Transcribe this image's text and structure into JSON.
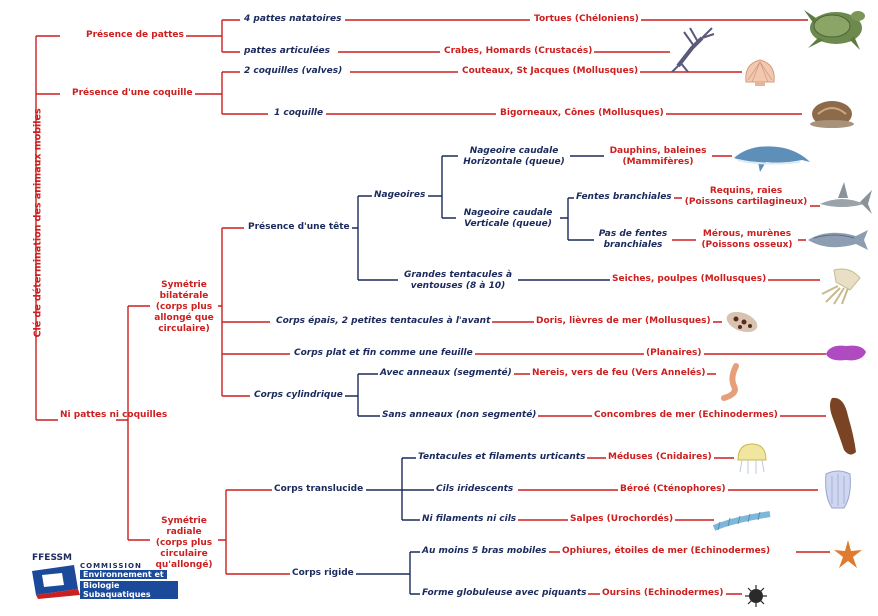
{
  "title": "Clé de détermination des animaux mobiles",
  "colors": {
    "red": "#cc1f1f",
    "navy": "#1b2a5c"
  },
  "l1": {
    "pattes": "Présence de pattes",
    "coquille": "Présence d'une coquille",
    "ni": "Ni pattes ni coquilles"
  },
  "pattes": {
    "natatoires": "4 pattes natatoires",
    "tortues": "Tortues (Chéloniens)",
    "articulees": "pattes articulées",
    "crabes": "Crabes, Homards (Crustacés)"
  },
  "coquille": {
    "deux": "2 coquilles (valves)",
    "couteaux": "Couteaux, St Jacques (Mollusques)",
    "une": "1 coquille",
    "bigorneaux": "Bigorneaux, Cônes (Mollusques)"
  },
  "symetrie": {
    "bilaterale": [
      "Symétrie",
      "bilatérale",
      "(corps plus",
      "allongé que",
      "circulaire)"
    ],
    "radiale": [
      "Symétrie",
      "radiale",
      "(corps plus",
      "circulaire",
      "qu'allongé)"
    ]
  },
  "tete": {
    "presence": "Présence d'une tête",
    "nageoires": "Nageoires",
    "caudale_h": [
      "Nageoire caudale",
      "Horizontale (queue)"
    ],
    "dauphins": [
      "Dauphins, baleines",
      "(Mammifères)"
    ],
    "caudale_v": [
      "Nageoire caudale",
      "Verticale (queue)"
    ],
    "fentes": "Fentes branchiales",
    "requins": [
      "Requins, raies",
      "(Poissons cartilagineux)"
    ],
    "pas_fentes": [
      "Pas de fentes",
      "branchiales"
    ],
    "merous": [
      "Mérous, murènes",
      "(Poissons osseux)"
    ],
    "tentacules": [
      "Grandes tentacules à",
      "ventouses (8 à 10)"
    ],
    "seiches": "Seiches, poulpes (Mollusques)"
  },
  "bilat": {
    "epais": "Corps épais, 2 petites tentacules à l'avant",
    "doris": "Doris, lièvres de mer (Mollusques)",
    "plat": "Corps plat et fin comme une feuille",
    "planaires": "(Planaires)",
    "cylindrique": "Corps cylindrique",
    "anneaux": "Avec anneaux (segmenté)",
    "nereis": "Nereis, vers de feu (Vers Annelés)",
    "sans_anneaux": "Sans anneaux (non segmenté)",
    "concombres": "Concombres de mer (Echinodermes)"
  },
  "radial": {
    "translucide": "Corps translucide",
    "urticants": "Tentacules et filaments urticants",
    "meduses": "Méduses (Cnidaires)",
    "iridescents": "Cils iridescents",
    "beroe": "Béroé (Cténophores)",
    "ni_filaments": "Ni filaments ni cils",
    "salpes": "Salpes (Urochordés)",
    "rigide": "Corps rigide",
    "bras": "Au moins 5 bras mobiles",
    "ophiures": "Ophiures, étoiles de mer (Echinodermes)",
    "globuleuse": "Forme globuleuse avec piquants",
    "oursins": "Oursins (Echinodermes)"
  },
  "logo": {
    "ffessm": "FFESSM",
    "commission": "COMMISSION",
    "line1": "Environnement et",
    "line2": "Biologie Subaquatiques"
  },
  "icons": [
    "turtle-icon",
    "lobster-icon",
    "scallop-icon",
    "snail-icon",
    "dolphin-icon",
    "shark-icon",
    "fish-icon",
    "squid-icon",
    "nudibranch-icon",
    "flatworm-icon",
    "bristleworm-icon",
    "sea-cucumber-icon",
    "jellyfish-icon",
    "comb-jelly-icon",
    "salp-icon",
    "starfish-icon",
    "sea-urchin-icon"
  ]
}
